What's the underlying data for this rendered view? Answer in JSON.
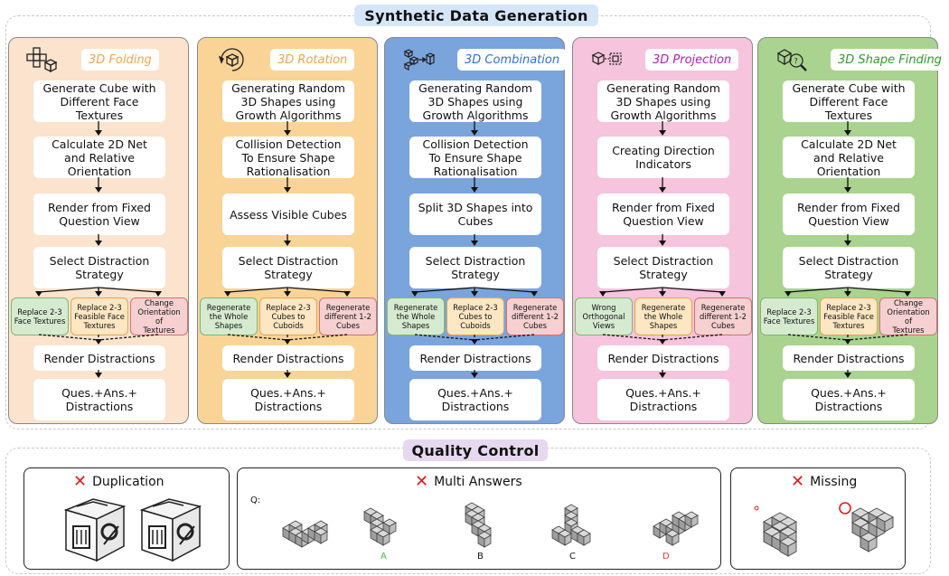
{
  "synthetic_title": "Synthetic Data Generation",
  "quality_title": "Quality Control",
  "colors": {
    "synthetic_title_bg": "#d5e6f8",
    "quality_title_bg": "#e6d8ee",
    "folding_bg": "#fce3cd",
    "rotation_bg": "#fad497",
    "combination_bg": "#7aa4dc",
    "projection_bg": "#f6c4dc",
    "finding_bg": "#a9d38f",
    "green_box": "#d6ead0",
    "orange_box": "#fde6c2",
    "red_box": "#f6d0d0",
    "x_red": "#e01b1b"
  },
  "columns": [
    {
      "key": "folding",
      "title": "3D Folding",
      "title_color": "#f0a54a",
      "icon": "cubes-net-icon",
      "steps": [
        "Generate Cube with\nDifferent Face\nTextures",
        "Calculate 2D Net\nand Relative\nOrientation",
        "Render from Fixed\nQuestion View",
        "Select Distraction\nStrategy"
      ],
      "strategies": [
        "Replace 2-3\nFace Textures",
        "Replace 2-3\nFeasible Face\nTextures",
        "Change\nOrientation of\nTextures"
      ],
      "render": "Render Distractions",
      "output": "Ques.+Ans.+\nDistractions"
    },
    {
      "key": "rotation",
      "title": "3D Rotation",
      "title_color": "#f0a54a",
      "icon": "rotate-cube-icon",
      "steps": [
        "Generating Random\n3D Shapes using\nGrowth Algorithms",
        "Collision Detection\nTo Ensure Shape\nRationalisation",
        "Assess Visible Cubes",
        "Select Distraction\nStrategy"
      ],
      "strategies": [
        "Regenerate\nthe Whole\nShapes",
        "Replace 2-3\nCubes to\nCuboids",
        "Regenerate\ndifferent 1-2\nCubes"
      ],
      "render": "Render Distractions",
      "output": "Ques.+Ans.+\nDistractions"
    },
    {
      "key": "combination",
      "title": "3D Combination",
      "title_color": "#2f6fd0",
      "icon": "combine-cubes-icon",
      "steps": [
        "Generating Random\n3D Shapes using\nGrowth Algorithms",
        "Collision Detection\nTo Ensure Shape\nRationalisation",
        "Split 3D Shapes into\nCubes",
        "Select Distraction\nStrategy"
      ],
      "strategies": [
        "Regenerate\nthe Whole\nShapes",
        "Replace 2-3\nCubes to\nCuboids",
        "Regenerate\ndifferent 1-2\nCubes"
      ],
      "render": "Render Distractions",
      "output": "Ques.+Ans.+\nDistractions"
    },
    {
      "key": "projection",
      "title": "3D Projection",
      "title_color": "#b21fb8",
      "icon": "projection-icon",
      "steps": [
        "Generating Random\n3D Shapes using\nGrowth Algorithms",
        "Creating Direction\nIndicators",
        "Render from Fixed\nQuestion View",
        "Select Distraction\nStrategy"
      ],
      "strategies": [
        "Wrong\nOrthogonal\nViews",
        "Regenerate\nthe Whole\nShapes",
        "Regenerate\ndifferent 1-2\nCubes"
      ],
      "render": "Render Distractions",
      "output": "Ques.+Ans.+\nDistractions"
    },
    {
      "key": "finding",
      "title": "3D Shape Finding",
      "title_color": "#2f9a2a",
      "icon": "search-cube-icon",
      "steps": [
        "Generate Cube with\nDifferent Face\nTextures",
        "Calculate 2D Net\nand Relative\nOrientation",
        "Render from Fixed\nQuestion View",
        "Select Distraction\nStrategy"
      ],
      "strategies": [
        "Replace 2-3\nFace Textures",
        "Replace 2-3\nFeasible Face\nTextures",
        "Change\nOrientation of\nTextures"
      ],
      "render": "Render Distractions",
      "output": "Ques.+Ans.+\nDistractions"
    }
  ],
  "quality": {
    "duplication": {
      "label": "Duplication"
    },
    "multi": {
      "label": "Multi Answers",
      "q": "Q:",
      "options": [
        {
          "label": "A",
          "color": "#3fbf3f"
        },
        {
          "label": "B",
          "color": "#111111"
        },
        {
          "label": "C",
          "color": "#111111"
        },
        {
          "label": "D",
          "color": "#e53935"
        }
      ]
    },
    "missing": {
      "label": "Missing"
    }
  }
}
